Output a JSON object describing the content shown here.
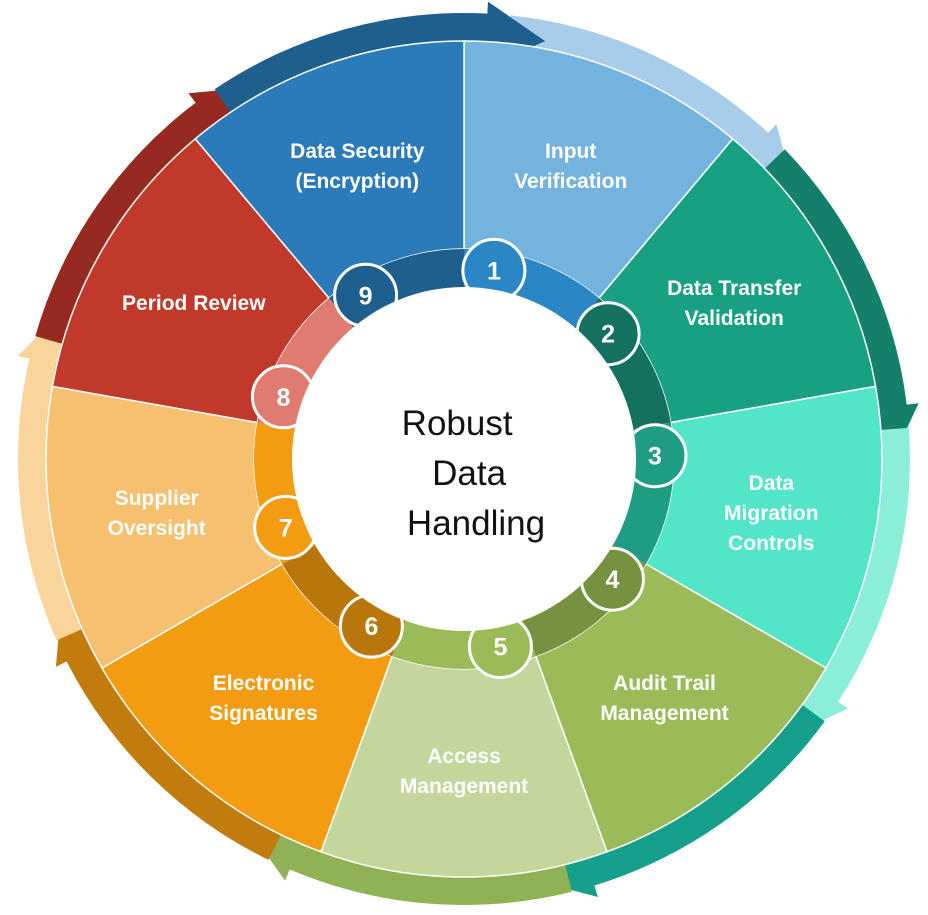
{
  "diagram": {
    "center_lines": [
      "Robust",
      "Data",
      "Handling"
    ],
    "steps": [
      {
        "number": "1",
        "lines": [
          "Input",
          "Verification"
        ],
        "color": "#74b3de",
        "dark": "#2b86c5",
        "arrow": "#a7cdea"
      },
      {
        "number": "2",
        "lines": [
          "Data Transfer",
          "Validation"
        ],
        "color": "#18a083",
        "dark": "#14715f",
        "arrow": "#14806b"
      },
      {
        "number": "3",
        "lines": [
          "Data",
          "Migration",
          "Controls"
        ],
        "color": "#52e5c8",
        "dark": "#1f9d84",
        "arrow": "#8aeed9"
      },
      {
        "number": "4",
        "lines": [
          "Audit Trail",
          "Management"
        ],
        "color": "#9bbb59",
        "dark": "#76913f",
        "arrow": "#14a08a"
      },
      {
        "number": "5",
        "lines": [
          "Access",
          "Management"
        ],
        "color": "#c3d69b",
        "dark": "#9bbb59",
        "arrow": "#8fb354"
      },
      {
        "number": "6",
        "lines": [
          "Electronic",
          "Signatures"
        ],
        "color": "#f39c12",
        "dark": "#b9770b",
        "arrow": "#c27c0e"
      },
      {
        "number": "7",
        "lines": [
          "Supplier",
          "Oversight"
        ],
        "color": "#f7c06f",
        "dark": "#f39c12",
        "arrow": "#f9d49b"
      },
      {
        "number": "8",
        "lines": [
          "Period Review"
        ],
        "color": "#c0392b",
        "dark": "#e07b6f",
        "arrow": "#962a20"
      },
      {
        "number": "9",
        "lines": [
          "Data Security",
          "(Encryption)"
        ],
        "color": "#2b7bba",
        "dark": "#1e5f8e",
        "arrow": "#1e5f8e"
      }
    ]
  }
}
